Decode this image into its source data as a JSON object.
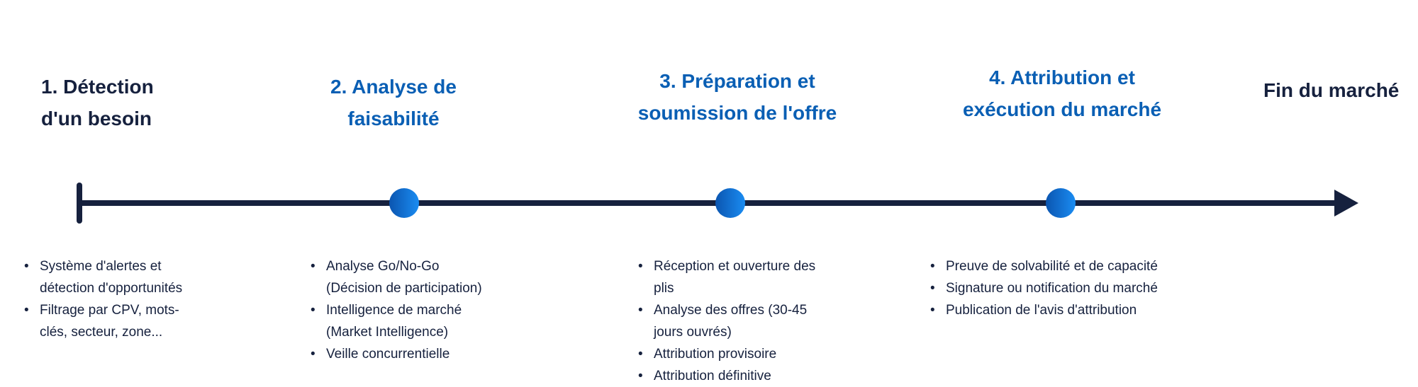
{
  "stages": [
    {
      "title_lines": [
        "1. Détection",
        "d'un besoin"
      ],
      "bullets": [
        "Système d'alertes et détection d'opportunités",
        "Filtrage par CPV, mots-clés, secteur, zone..."
      ]
    },
    {
      "title_lines": [
        "2. Analyse de",
        "faisabilité"
      ],
      "bullets": [
        "Analyse Go/No-Go (Décision de participation)",
        "Intelligence de marché (Market Intelligence)",
        "Veille concurrentielle"
      ]
    },
    {
      "title_lines": [
        "3. Préparation et",
        "soumission de l'offre"
      ],
      "bullets": [
        "Réception et ouverture des plis",
        "Analyse des offres (30-45 jours ouvrés)",
        "Attribution provisoire",
        "Attribution définitive"
      ]
    },
    {
      "title_lines": [
        "4. Attribution et",
        "exécution du marché"
      ],
      "bullets": [
        "Preuve de solvabilité et de capacité",
        "Signature ou notification du marché",
        "Publication de l'avis d'attribution"
      ]
    }
  ],
  "end_label": "Fin du marché",
  "colors": {
    "dark": "#16213e",
    "accent": "#0a5fb4"
  }
}
